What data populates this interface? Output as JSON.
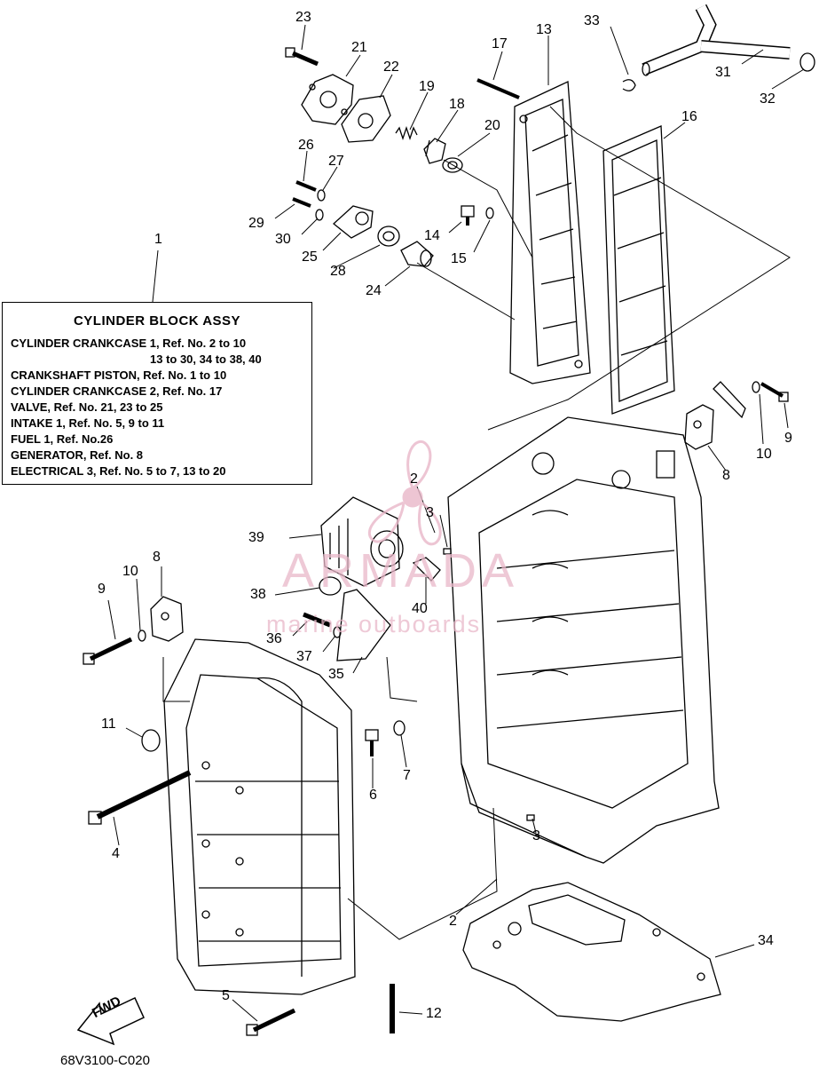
{
  "legend": {
    "title": "CYLINDER BLOCK ASSY",
    "lines": [
      "CYLINDER CRANKCASE 1,  Ref. No. 2 to 10",
      "13 to 30, 34 to 38, 40",
      "CRANKSHAFT PISTON,  Ref. No. 1 to 10",
      "CYLINDER CRANKCASE 2, Ref. No. 17",
      "VALVE, Ref. No. 21, 23 to 25",
      "INTAKE 1, Ref. No. 5, 9 to 11",
      "FUEL 1,  Ref. No.26",
      "GENERATOR, Ref. No. 8",
      "ELECTRICAL 3,  Ref. No. 5 to 7, 13 to 20"
    ]
  },
  "callouts": {
    "c1": "1",
    "c2a": "2",
    "c2b": "2",
    "c3a": "3",
    "c3b": "3",
    "c4": "4",
    "c5": "5",
    "c6": "6",
    "c7": "7",
    "c8a": "8",
    "c8b": "8",
    "c9a": "9",
    "c9b": "9",
    "c10a": "10",
    "c10b": "10",
    "c11": "11",
    "c12": "12",
    "c13": "13",
    "c14": "14",
    "c15": "15",
    "c16": "16",
    "c17": "17",
    "c18": "18",
    "c19": "19",
    "c20": "20",
    "c21": "21",
    "c22": "22",
    "c23": "23",
    "c24": "24",
    "c25": "25",
    "c26": "26",
    "c27": "27",
    "c28": "28",
    "c29": "29",
    "c30": "30",
    "c31": "31",
    "c32": "32",
    "c33": "33",
    "c34": "34",
    "c35": "35",
    "c36": "36",
    "c37": "37",
    "c38": "38",
    "c39": "39",
    "c40": "40"
  },
  "watermark": {
    "brand": "ARMADA",
    "sub": "marine outboards",
    "color": "#e9b7c9"
  },
  "fwd_label": "FWD",
  "diagram_code": "68V3100-C020"
}
